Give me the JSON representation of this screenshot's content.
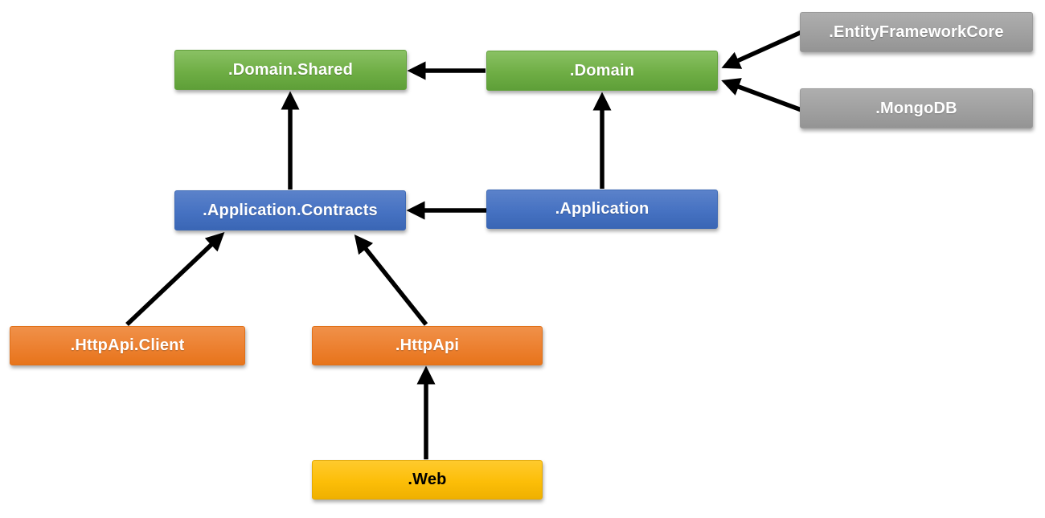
{
  "diagram": {
    "type": "dependency-graph",
    "arrow_color": "#000000",
    "background_color": "#ffffff",
    "colors": {
      "green": "#70ad47",
      "blue": "#4472c4",
      "orange": "#ed7d31",
      "yellow": "#ffc000",
      "gray": "#a5a5a5",
      "text_light": "#ffffff",
      "text_dark": "#000000"
    },
    "nodes": [
      {
        "id": "domain-shared",
        "label": ".Domain.Shared",
        "color": "#70ad47"
      },
      {
        "id": "domain",
        "label": ".Domain",
        "color": "#70ad47"
      },
      {
        "id": "entity-framework-core",
        "label": ".EntityFrameworkCore",
        "color": "#a5a5a5"
      },
      {
        "id": "mongodb",
        "label": ".MongoDB",
        "color": "#a5a5a5"
      },
      {
        "id": "application-contracts",
        "label": ".Application.Contracts",
        "color": "#4472c4"
      },
      {
        "id": "application",
        "label": ".Application",
        "color": "#4472c4"
      },
      {
        "id": "httpapi-client",
        "label": ".HttpApi.Client",
        "color": "#ed7d31"
      },
      {
        "id": "httpapi",
        "label": ".HttpApi",
        "color": "#ed7d31"
      },
      {
        "id": "web",
        "label": ".Web",
        "color": "#ffc000"
      }
    ],
    "edges": [
      {
        "from": "domain",
        "to": "domain-shared"
      },
      {
        "from": "application-contracts",
        "to": "domain-shared"
      },
      {
        "from": "application",
        "to": "domain"
      },
      {
        "from": "application",
        "to": "application-contracts"
      },
      {
        "from": "entity-framework-core",
        "to": "domain"
      },
      {
        "from": "mongodb",
        "to": "domain"
      },
      {
        "from": "httpapi-client",
        "to": "application-contracts"
      },
      {
        "from": "httpapi",
        "to": "application-contracts"
      },
      {
        "from": "web",
        "to": "httpapi"
      }
    ]
  }
}
